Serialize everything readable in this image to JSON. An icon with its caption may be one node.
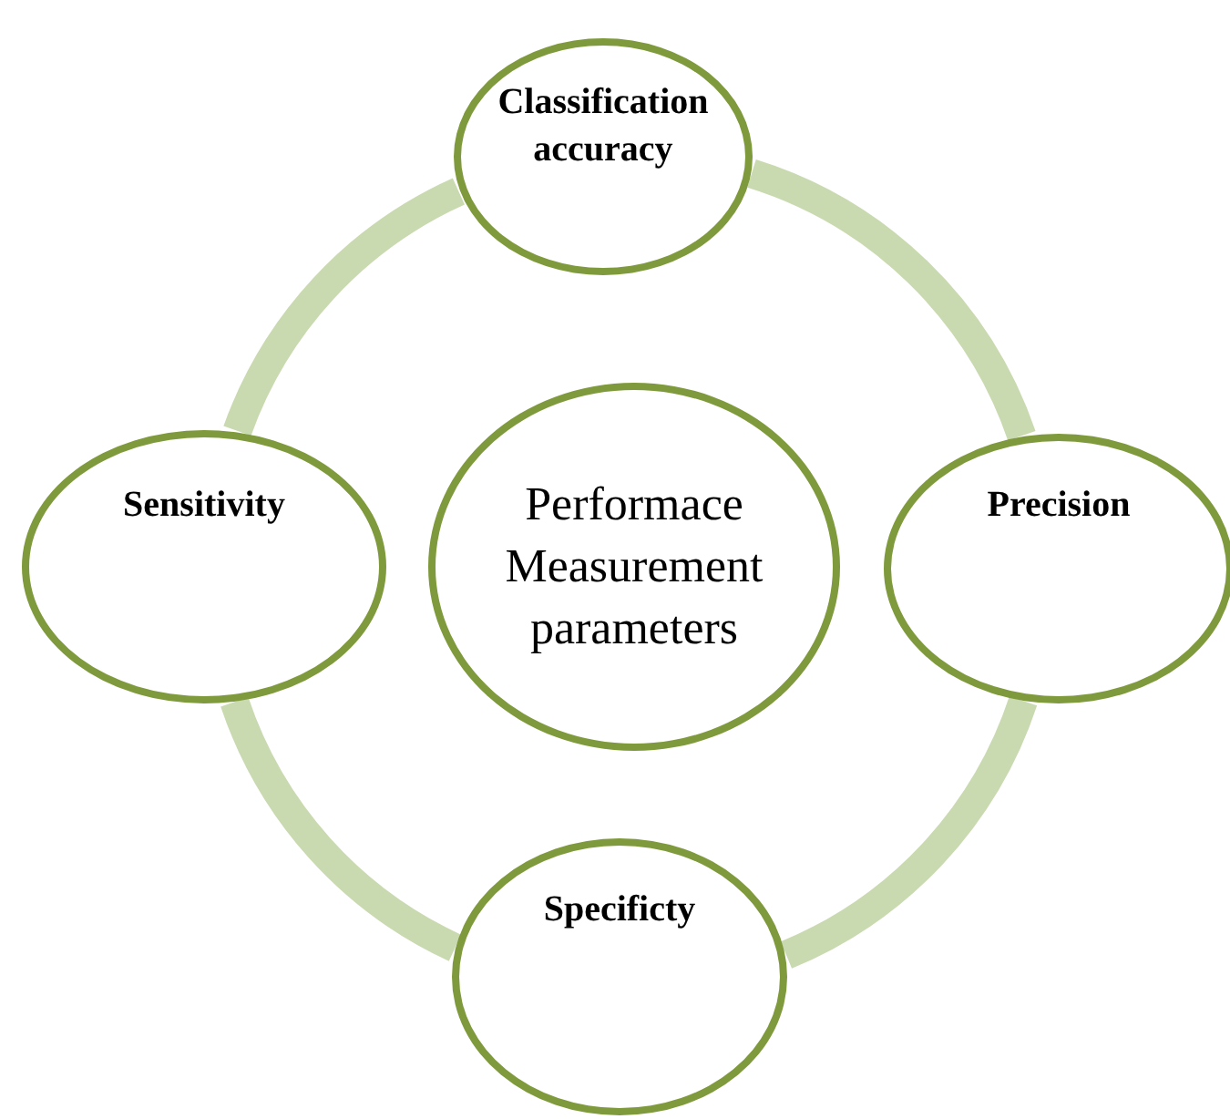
{
  "diagram": {
    "nodes": [
      {
        "text": [
          "Performace Measurement parameters"
        ]
      },
      {
        "text": [
          "Classification accuracy"
        ]
      },
      {
        "text": [
          "Precision"
        ]
      },
      {
        "text": [
          "Specificty"
        ]
      },
      {
        "text": [
          "Sensitivity"
        ]
      }
    ],
    "edges": [
      {
        "from": 1,
        "to": 2,
        "arrow": "none"
      },
      {
        "from": 2,
        "to": 3,
        "arrow": "none"
      },
      {
        "from": 3,
        "to": 4,
        "arrow": "none"
      },
      {
        "from": 4,
        "to": 1,
        "arrow": "none"
      }
    ]
  }
}
